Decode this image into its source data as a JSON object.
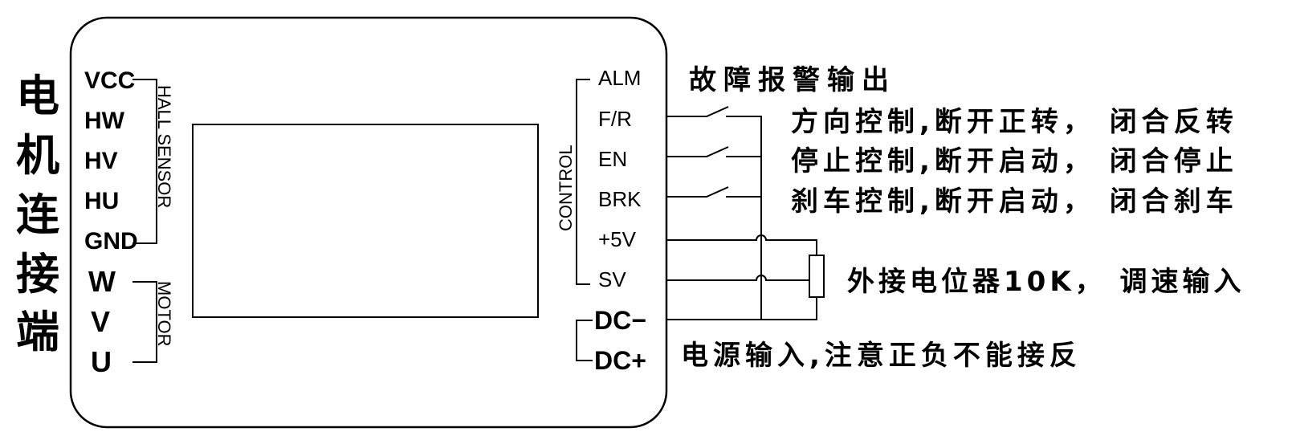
{
  "motor_side": {
    "title": "电机连接端",
    "hall_group_label": "HALL SENSOR",
    "hall_pins": [
      "VCC",
      "HW",
      "HV",
      "HU",
      "GND"
    ],
    "motor_group_label": "MOTOR",
    "motor_pins": [
      "W",
      "V",
      "U"
    ]
  },
  "control_side": {
    "group_label": "CONTROL",
    "pins": [
      "ALM",
      "F/R",
      "EN",
      "BRK",
      "+5V",
      "SV"
    ],
    "power_pins": [
      "DC−",
      "DC+"
    ]
  },
  "annotations": {
    "alarm": "故障报警输出",
    "direction": "方向控制,断开正转， 闭合反转",
    "stop": "停止控制,断开启动， 闭合停止",
    "brake": "刹车控制,断开启动， 闭合刹车",
    "potentiometer": "外接电位器10K， 调速输入",
    "power": "电源输入,注意正负不能接反"
  }
}
